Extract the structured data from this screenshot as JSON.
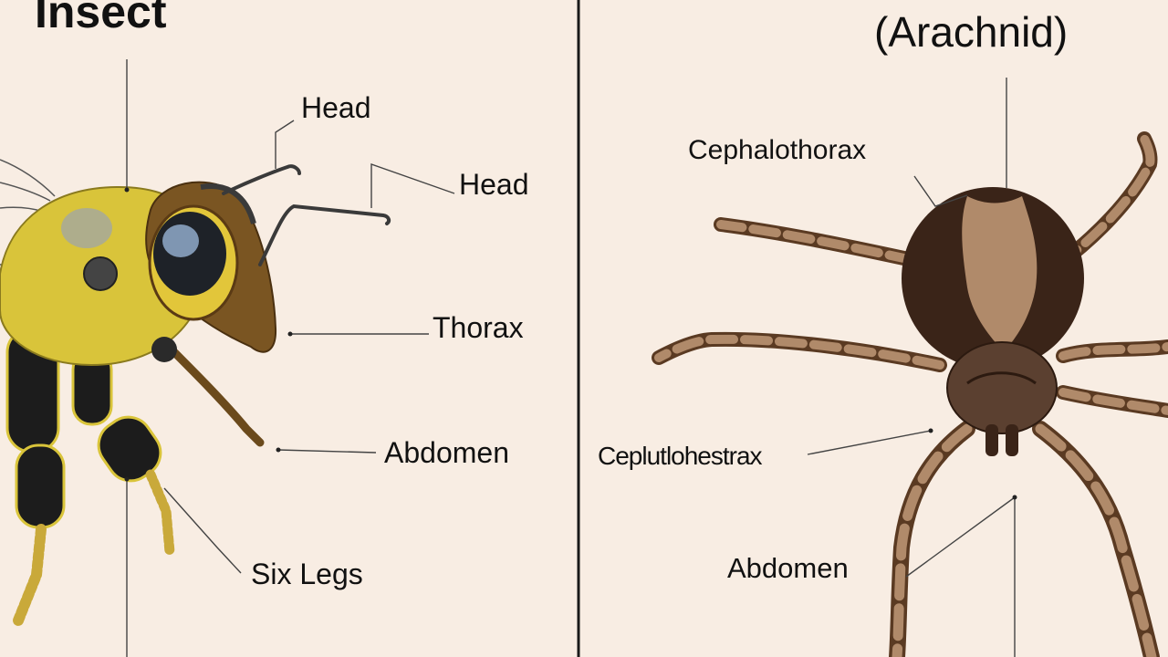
{
  "insect_panel": {
    "title": "Insect",
    "labels": {
      "head_1": "Head",
      "head_2": "Head",
      "thorax": "Thorax",
      "abdomen": "Abdomen",
      "six_legs": "Six Legs"
    }
  },
  "arachnid_panel": {
    "title": "(Arachnid)",
    "labels": {
      "cephalothorax_top": "Cephalothorax",
      "cephalothorax_garbled": "Ceplutlohestrax",
      "abdomen": "Abdomen"
    }
  },
  "colors": {
    "background": "#f8ede3",
    "divider": "#1a1a1a",
    "bee_yellow": "#d9c43a",
    "bee_brown": "#6b4a1c",
    "bee_black": "#1c1c1c",
    "spider_dark": "#3a2418",
    "spider_light": "#b08a6a"
  }
}
